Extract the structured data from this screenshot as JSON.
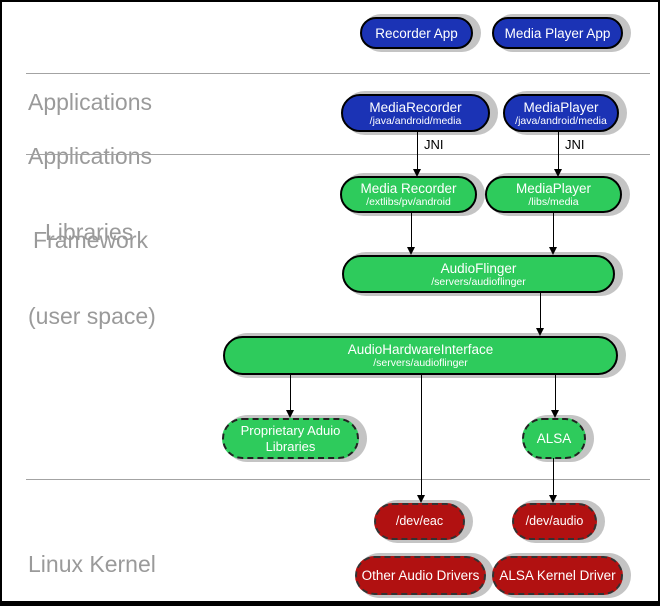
{
  "layers": {
    "applications": {
      "label": "Applications"
    },
    "framework": {
      "line1": "Applications",
      "line2": "Framework"
    },
    "libraries": {
      "line1": "Libraries",
      "line2": "(user space)"
    },
    "kernel": {
      "label": "Linux Kernel"
    }
  },
  "edges": {
    "jni": "JNI"
  },
  "nodes": {
    "recorder_app": {
      "label": "Recorder App"
    },
    "media_player_app": {
      "label": "Media Player App"
    },
    "media_recorder_fw": {
      "label": "MediaRecorder",
      "sublabel": "/java/android/media"
    },
    "media_player_fw": {
      "label": "MediaPlayer",
      "sublabel": "/java/android/media"
    },
    "media_recorder_lib": {
      "label": "Media Recorder",
      "sublabel": "/extlibs/pv/android"
    },
    "media_player_lib": {
      "label": "MediaPlayer",
      "sublabel": "/libs/media"
    },
    "audioflinger": {
      "label": "AudioFlinger",
      "sublabel": "/servers/audioflinger"
    },
    "audio_hardware_interface": {
      "label": "AudioHardwareInterface",
      "sublabel": "/servers/audioflinger"
    },
    "proprietary_audio_libraries": {
      "label": "Proprietary Aduio Libraries"
    },
    "alsa": {
      "label": "ALSA"
    },
    "dev_eac": {
      "label": "/dev/eac"
    },
    "dev_audio": {
      "label": "/dev/audio"
    },
    "other_audio_drivers": {
      "label": "Other Audio Drivers"
    },
    "alsa_kernel_driver": {
      "label": "ALSA Kernel Driver"
    }
  },
  "colors": {
    "app_blue": "#1b33b5",
    "lib_green": "#2ecb5c",
    "kernel_red": "#b11111",
    "shadow_gray": "#c4c4c4",
    "layer_label_gray": "#9a9a9a",
    "divider_gray": "#a3a3a3",
    "arrow_black": "#000000"
  }
}
